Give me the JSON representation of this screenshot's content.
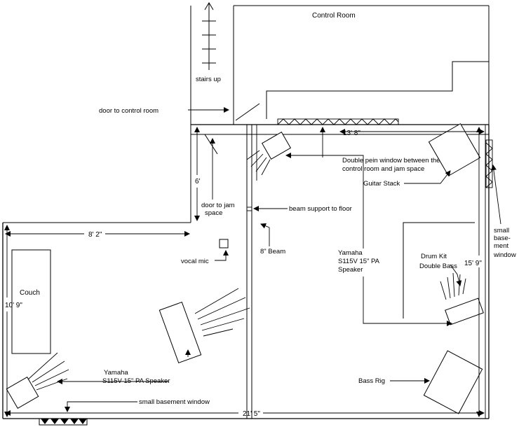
{
  "labels": {
    "control_room": "Control Room",
    "stairs_up": "stairs up",
    "door_to_control_room": "door to control room",
    "dim_13_8": "13' 8\"",
    "double_pane_window_1": "Double pein window between the",
    "double_pane_window_2": "control room and jam space",
    "guitar_stack": "Guitar Stack",
    "dim_6": "6'",
    "door_to_jam_1": "door to jam",
    "door_to_jam_2": "space",
    "beam_support": "beam support to floor",
    "dim_8_2": "8' 2\"",
    "small_basement_window_right_1": "small",
    "small_basement_window_right_2": "base-",
    "small_basement_window_right_3": "ment",
    "small_basement_window_right_4": "window",
    "vocal_mic": "vocal mic",
    "beam_8": "8\" Beam",
    "yamaha_center_1": "Yamaha",
    "yamaha_center_2": "S115V 15\" PA",
    "yamaha_center_3": "Speaker",
    "drum_kit_1": "Drum Kit",
    "drum_kit_2": "Double Bass",
    "couch": "Couch",
    "dim_10_9": "10' 9\"",
    "dim_15_9": "15' 9\"",
    "yamaha_left_1": "Yamaha",
    "yamaha_left_2": "S115V 15\" PA Speaker",
    "bass_rig": "Bass Rig",
    "small_basement_window_bottom": "small basement window",
    "dim_21_5": "21' 5\""
  }
}
